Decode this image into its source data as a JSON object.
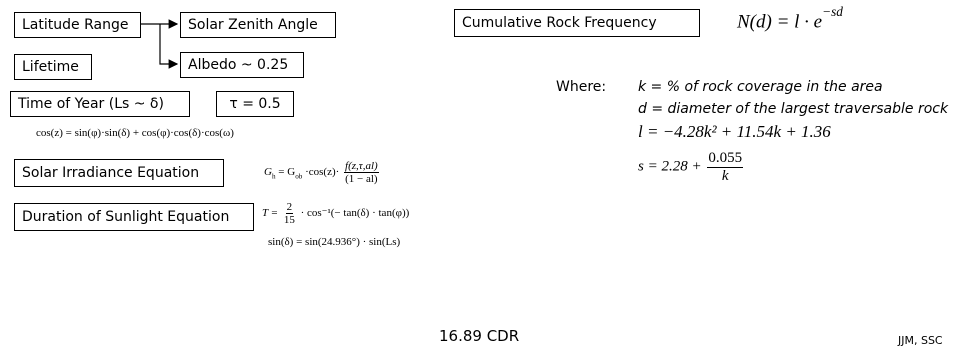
{
  "boxes": {
    "latitude": "Latitude Range",
    "zenith": "Solar Zenith Angle",
    "albedo": "Albedo ~ 0.25",
    "lifetime": "Lifetime",
    "time_of_year": "Time of Year (Ls ~ δ)",
    "tau": "τ = 0.5",
    "irradiance": "Solar Irradiance Equation",
    "duration": "Duration of Sunlight Equation",
    "rock": "Cumulative Rock Frequency"
  },
  "equations": {
    "cos_z": "cos(z) = sin(φ)·sin(δ) + cos(φ)·cos(δ)·cos(ω)",
    "gh_lhs": "G",
    "gh_lhs_sub": "h",
    "gh_mid": "= G",
    "gh_mid_sub": "ob",
    "gh_mid2": "·cos(z)·",
    "gh_num": "f(z,τ,al)",
    "gh_den": "(1 − al)",
    "t_lhs": "T =",
    "t_num": "2",
    "t_den": "15",
    "t_rhs": "· cos⁻¹(− tan(δ) · tan(φ))",
    "sin_delta": "sin(δ) = sin(24.936°) · sin(Ls)",
    "n_d": "N(d) = l · e",
    "n_d_exp": "−sd",
    "l_eq": "l = −4.28k² + 11.54k + 1.36",
    "s_lhs": "s = 2.28 +",
    "s_num": "0.055",
    "s_den": "k"
  },
  "where": {
    "label": "Where:",
    "k_def": "k = % of rock coverage in the area",
    "d_def": "d = diameter of the largest traversable rock"
  },
  "footer": {
    "center": "16.89 CDR",
    "right": "JJM, SSC"
  }
}
